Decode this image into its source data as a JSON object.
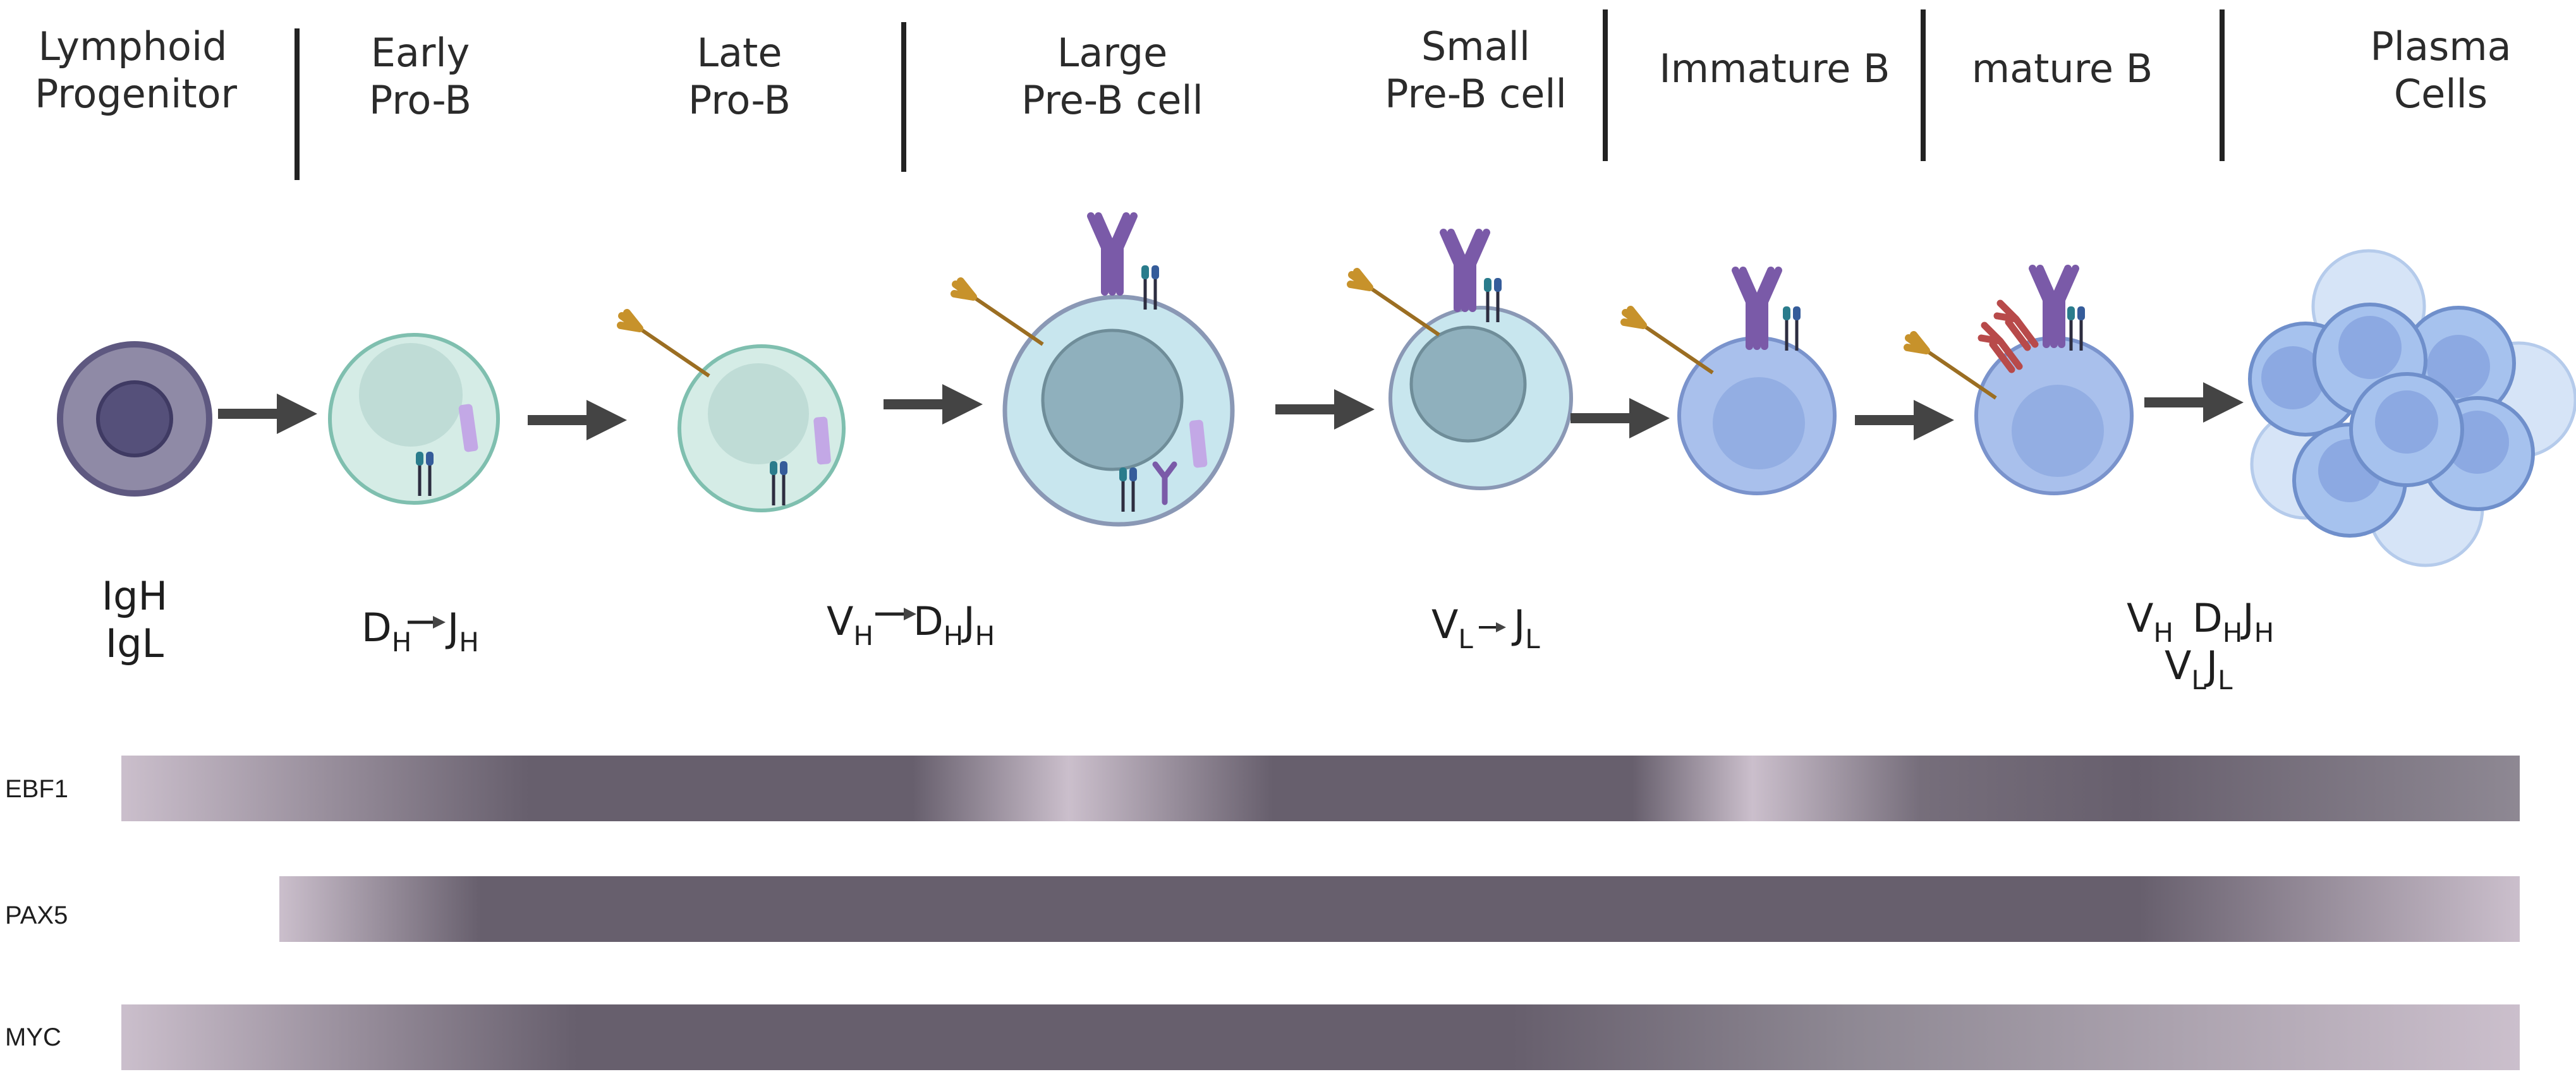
{
  "stages": [
    {
      "line1": "Lymphoid",
      "line2": "Progenitor"
    },
    {
      "line1": "Early",
      "line2": "Pro-B"
    },
    {
      "line1": "Late",
      "line2": "Pro-B"
    },
    {
      "line1": "Large",
      "line2": "Pre-B cell"
    },
    {
      "line1": "Small",
      "line2": "Pre-B cell"
    },
    {
      "line1": "Immature B",
      "line2": ""
    },
    {
      "line1": "mature B",
      "line2": ""
    },
    {
      "line1": "Plasma",
      "line2": "Cells"
    }
  ],
  "loci": {
    "progenitor": {
      "line1": "IgH",
      "line2": "IgL"
    },
    "early": {
      "a": "D",
      "a_sub": "H",
      "b": "J",
      "b_sub": "H"
    },
    "late": {
      "a": "V",
      "a_sub": "H",
      "b": "D",
      "b_sub": "H",
      "c": "J",
      "c_sub": "H"
    },
    "small": {
      "a": "V",
      "a_sub": "L",
      "b": "J",
      "b_sub": "L"
    },
    "mature": {
      "l1a": "V",
      "l1a_sub": "H",
      "l1b": "D",
      "l1b_sub": "H",
      "l1c": "J",
      "l1c_sub": "H",
      "l2a": "V",
      "l2a_sub": "L",
      "l2b": "J",
      "l2b_sub": "L"
    }
  },
  "factors": [
    {
      "name": "EBF1"
    },
    {
      "name": "PAX5"
    },
    {
      "name": "MYC"
    }
  ],
  "colors": {
    "low": "#cbbfcc",
    "high": "#675f6d",
    "progenitor_outer": "#8f8aa6",
    "progenitor_inner": "#55507a",
    "pro_b_cell": "#d5ece6",
    "pre_b_cell": "#c8e6ee",
    "b_cell": "#a9c0ec",
    "plasma_cell": "#a6c2ee",
    "antibody": "#7a5aa8",
    "receptor_teal": "#2a7c8c",
    "receptor_gold": "#c7922b",
    "receptor_red": "#b84a4a"
  }
}
